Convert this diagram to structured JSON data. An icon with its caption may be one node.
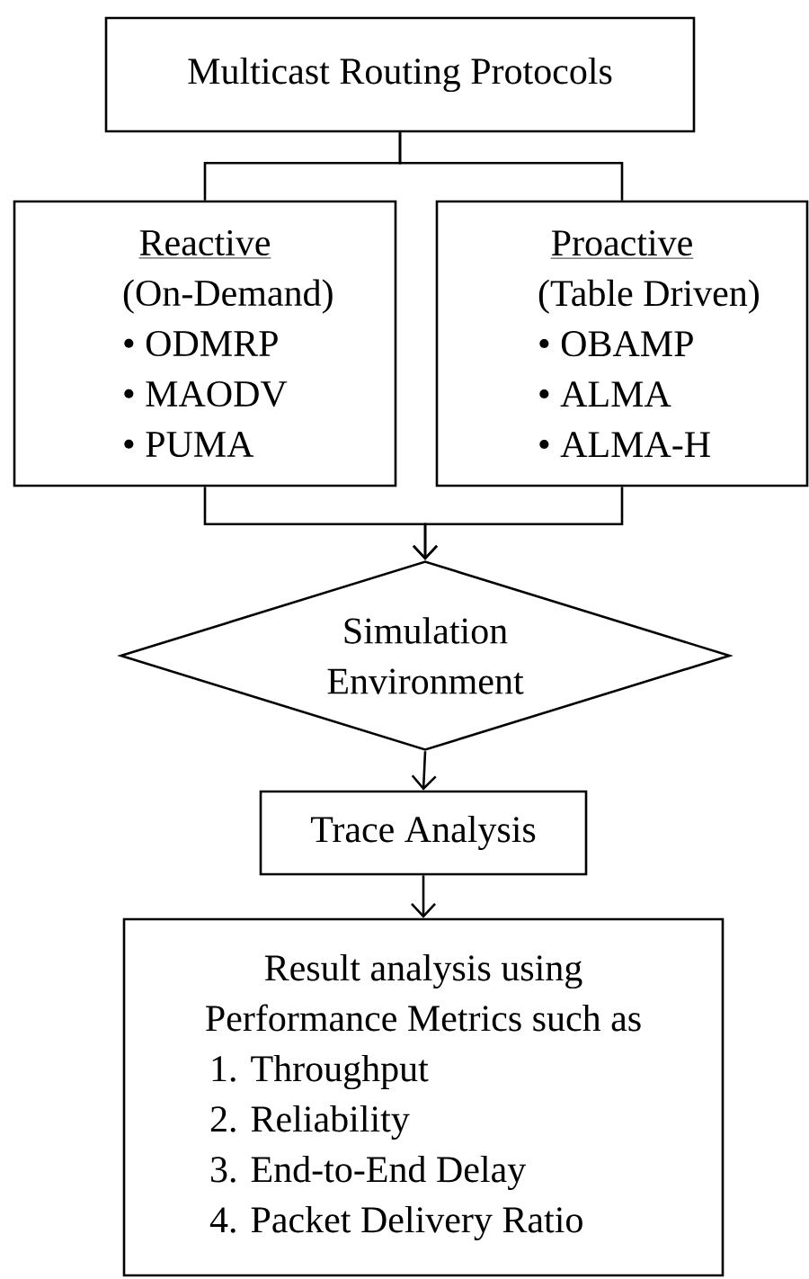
{
  "diagram": {
    "nodes": [
      {
        "text": [
          "Multicast Routing Protocols"
        ]
      },
      {
        "text": [
          "Reactive",
          "(On-Demand)",
          "• ODMRP",
          "• MAODV",
          "• PUMA"
        ]
      },
      {
        "text": [
          "Proactive",
          "(Table Driven)",
          "• OBAMP",
          "• ALMA",
          "• ALMA-H"
        ]
      },
      {
        "text": [
          "Simulation Environment"
        ]
      },
      {
        "text": [
          "Trace Analysis"
        ]
      },
      {
        "text": [
          "Result analysis using Performance Metrics such as",
          "1. Throughput",
          "2. Reliability",
          "3. End-to-End Delay",
          "4. Packet Delivery Ratio"
        ]
      }
    ],
    "edges": [
      {
        "from": 0,
        "to": 1,
        "arrow": "none"
      },
      {
        "from": 0,
        "to": 2,
        "arrow": "none"
      },
      {
        "from": 1,
        "to": 3,
        "arrow": "to"
      },
      {
        "from": 2,
        "to": 3,
        "arrow": "to"
      },
      {
        "from": 3,
        "to": 4,
        "arrow": "to"
      },
      {
        "from": 4,
        "to": 5,
        "arrow": "to"
      }
    ]
  }
}
